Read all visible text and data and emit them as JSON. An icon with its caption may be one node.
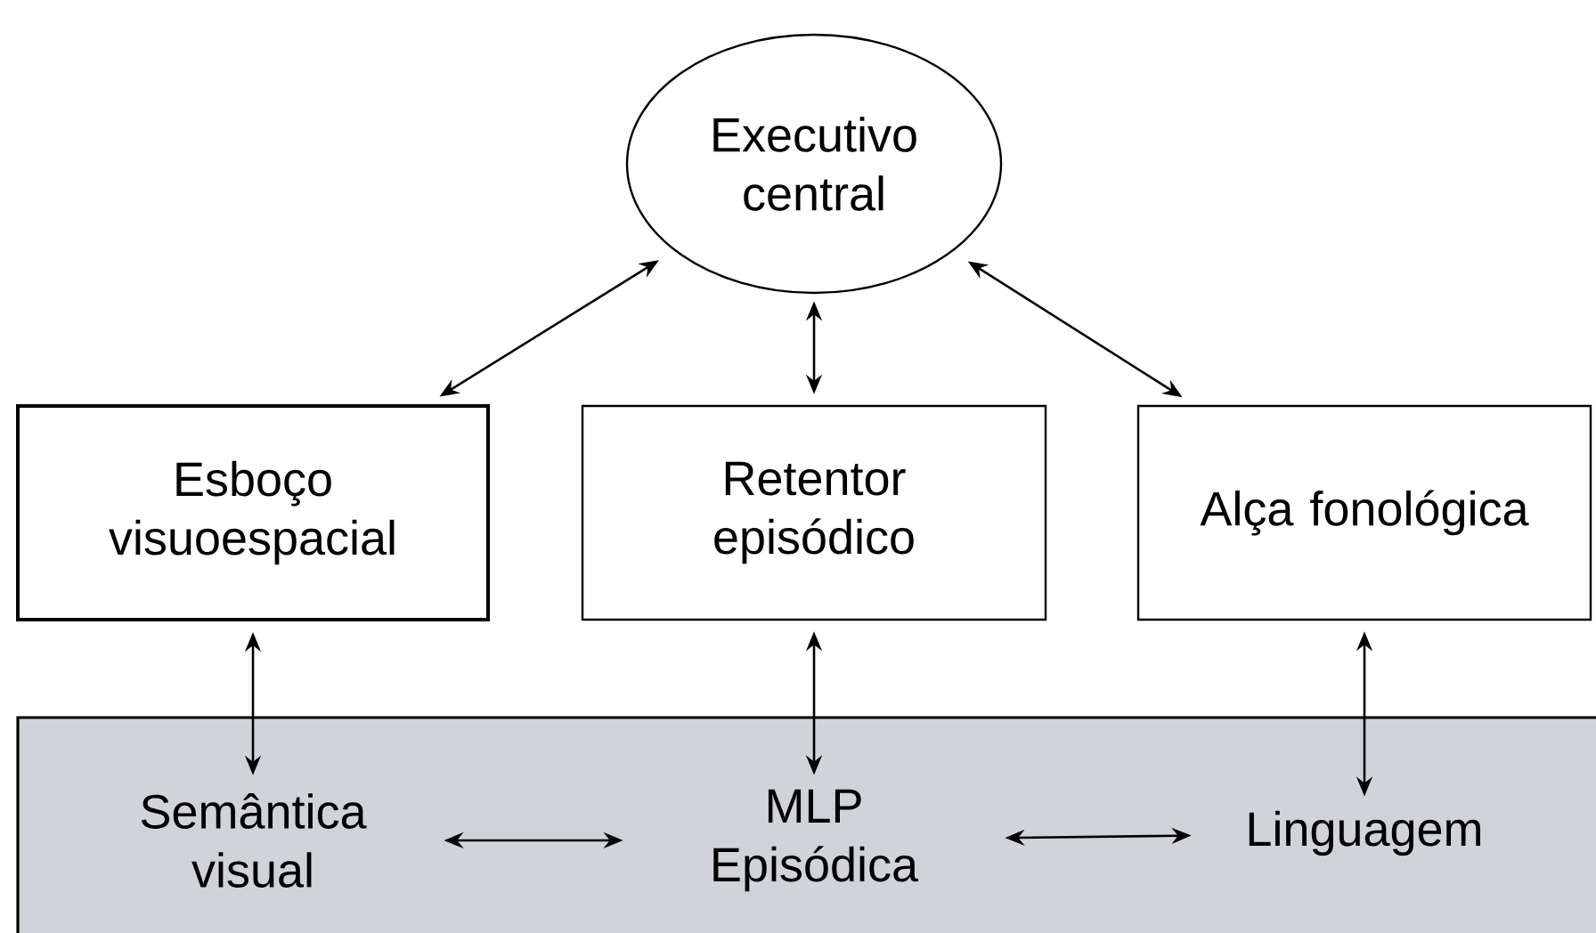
{
  "diagram": {
    "nodes": [
      {
        "text": [
          "Executivo central"
        ]
      },
      {
        "text": [
          "Esboço visuoespacial"
        ]
      },
      {
        "text": [
          "Retentor episódico"
        ]
      },
      {
        "text": [
          "Alça fonológica"
        ]
      },
      {
        "text": [],
        "shape": "box"
      },
      {
        "text": [
          "Semântica visual"
        ],
        "in": 4
      },
      {
        "text": [
          "MLP Episódica"
        ],
        "in": 4
      },
      {
        "text": [
          "Linguagem"
        ],
        "in": 4
      }
    ],
    "edges": [
      {
        "from": 0,
        "to": 1,
        "arrow": "both"
      },
      {
        "from": 0,
        "to": 2,
        "arrow": "both"
      },
      {
        "from": 0,
        "to": 3,
        "arrow": "both"
      },
      {
        "from": 1,
        "to": 5,
        "arrow": "both"
      },
      {
        "from": 2,
        "to": 6,
        "arrow": "both"
      },
      {
        "from": 3,
        "to": 7,
        "arrow": "both"
      },
      {
        "from": 5,
        "to": 6,
        "arrow": "both"
      },
      {
        "from": 6,
        "to": 7,
        "arrow": "both"
      }
    ]
  }
}
